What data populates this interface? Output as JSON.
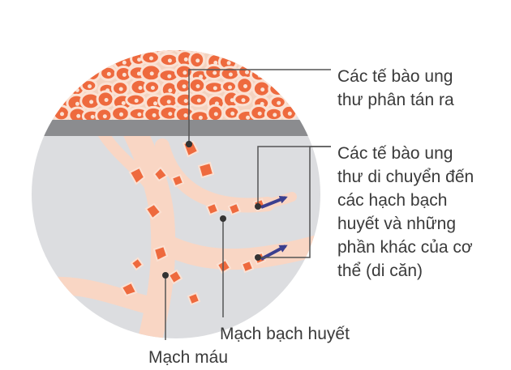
{
  "labels": {
    "spread_line1": "Các tế bào ung",
    "spread_line2": "thư phân tán ra",
    "migrate_line1": "Các tế bào ung",
    "migrate_line2": "thư di chuyển đến",
    "migrate_line3": "các hạch bạch",
    "migrate_line4": "huyết và những",
    "migrate_line5": "phần khác của cơ",
    "migrate_line6": "thể (di căn)",
    "lymph_vessel": "Mạch bạch huyết",
    "blood_vessel": "Mạch máu"
  },
  "colors": {
    "tissue_gray": "#dcdde0",
    "membrane": "#8b8c8f",
    "cell_fill": "#ee6a3e",
    "cell_outline": "#fbe1d3",
    "vessel": "#f9d6c4",
    "arrow": "#3b3f8f",
    "leader_line": "#555555"
  }
}
